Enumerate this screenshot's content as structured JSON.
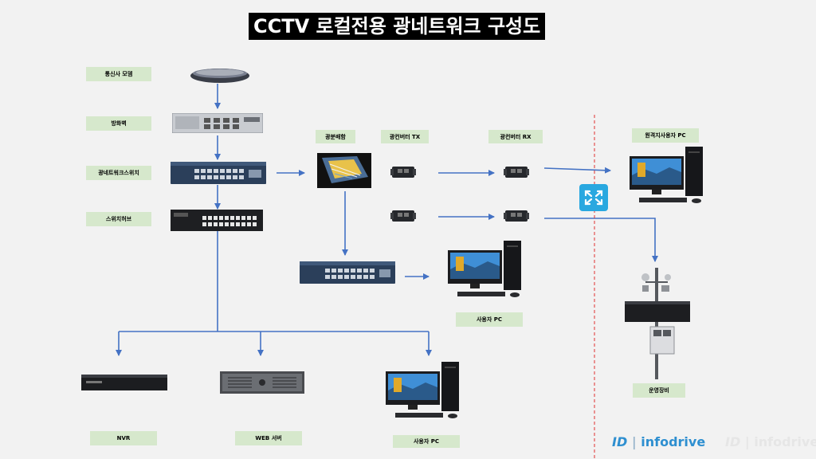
{
  "title": "CCTV 로컬전용 광네트워크 구성도",
  "labels": {
    "modem": "통신사 모뎀",
    "firewall": "방화벽",
    "fiber_switch": "광네트워크스위치",
    "switch_hub": "스위치허브",
    "patch": "광분배함",
    "conv_tx": "광컨버터 TX",
    "conv_rx": "광컨버터 RX",
    "remote_pc": "원격지사용자 PC",
    "user_pc_mid": "사용자 PC",
    "user_pc_bottom": "사용자 PC",
    "nvr": "NVR",
    "web_server": "WEB 서버",
    "field_equipment": "운영장비"
  },
  "brand": {
    "logo_mark": "ID",
    "name": "infodrive",
    "name_faded": "infodrive"
  },
  "colors": {
    "arrow": "#4472c4",
    "label_bg": "#d6e8cc",
    "divider": "#e03030",
    "router_icon": "#29a8e0",
    "brand": "#2e8fd0"
  }
}
